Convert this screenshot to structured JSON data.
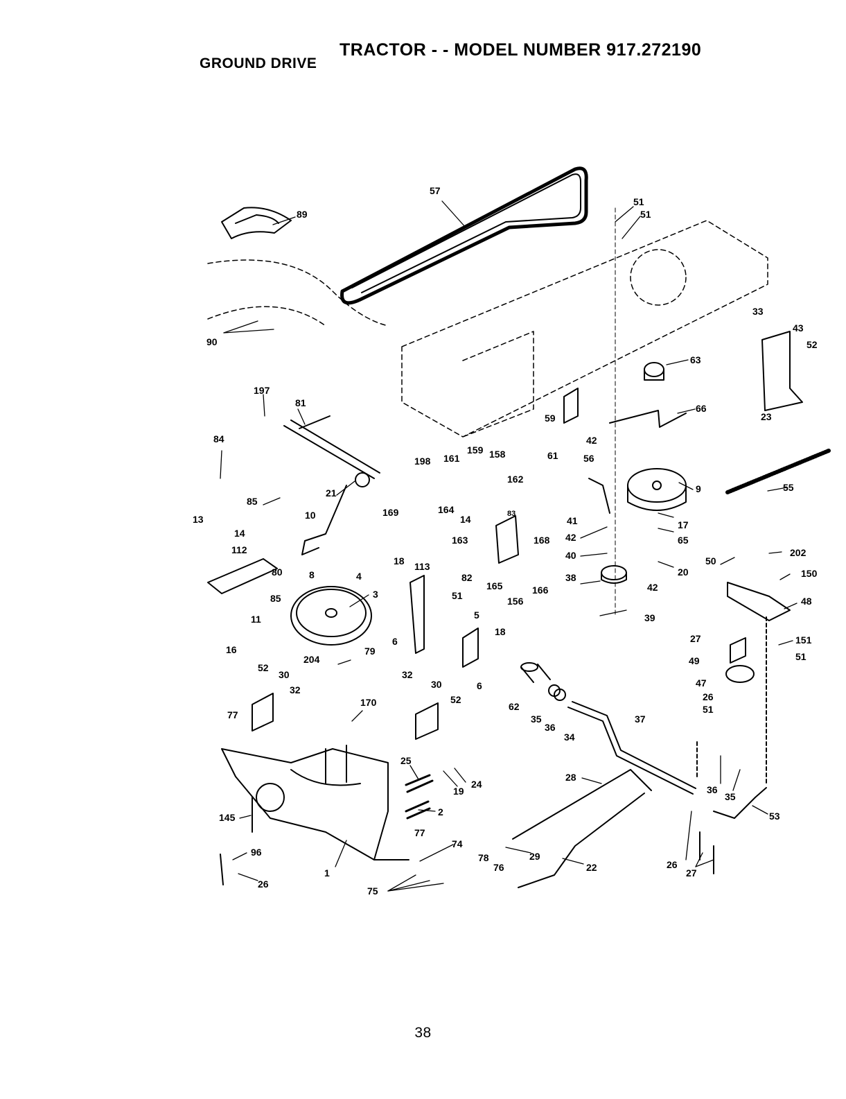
{
  "header": {
    "section": "GROUND DRIVE",
    "title": "TRACTOR - - MODEL NUMBER 917.272190"
  },
  "callouts": [
    "89",
    "90",
    "57",
    "51",
    "51",
    "33",
    "43",
    "52",
    "63",
    "66",
    "23",
    "55",
    "197",
    "81",
    "84",
    "85",
    "13",
    "14",
    "112",
    "80",
    "85",
    "11",
    "21",
    "10",
    "8",
    "4",
    "3",
    "79",
    "16",
    "204",
    "52",
    "30",
    "32",
    "77",
    "170",
    "198",
    "161",
    "159",
    "158",
    "162",
    "169",
    "164",
    "83",
    "14",
    "163",
    "168",
    "82",
    "165",
    "156",
    "166",
    "18",
    "113",
    "51",
    "6",
    "5",
    "18",
    "6",
    "32",
    "30",
    "52",
    "61",
    "56",
    "42",
    "59",
    "41",
    "42",
    "40",
    "38",
    "39",
    "9",
    "17",
    "65",
    "20",
    "42",
    "50",
    "202",
    "150",
    "48",
    "27",
    "151",
    "51",
    "49",
    "47",
    "26",
    "51",
    "62",
    "35",
    "36",
    "34",
    "37",
    "25",
    "19",
    "24",
    "2",
    "28",
    "36",
    "35",
    "53",
    "145",
    "96",
    "26",
    "1",
    "77",
    "74",
    "75",
    "78",
    "76",
    "29",
    "22",
    "26",
    "27"
  ],
  "footer": {
    "page_number": "38"
  }
}
